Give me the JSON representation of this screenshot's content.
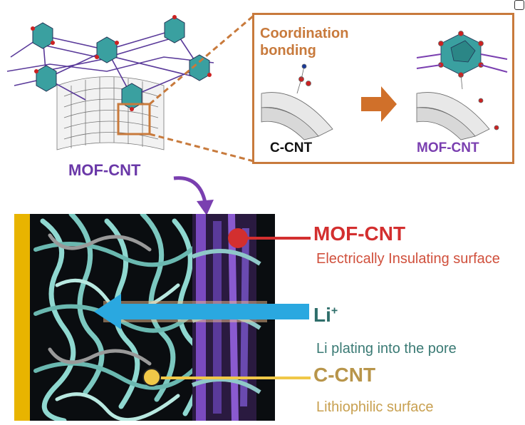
{
  "inset": {
    "title": "Coordination bonding",
    "left_label": "C-CNT",
    "right_label": "MOF-CNT"
  },
  "top_label": "MOF-CNT",
  "legend": {
    "mof": {
      "label": "MOF-CNT",
      "desc": "Electrically Insulating surface"
    },
    "li": {
      "label": "Li",
      "sup": "+",
      "desc": "Li plating into the pore"
    },
    "ccnt": {
      "label": "C-CNT",
      "desc": "Lithiophilic surface"
    }
  },
  "colors": {
    "accent_orange": "#c87a3c",
    "mof_purple": "#6a38a8",
    "mof_red": "#d32f2f",
    "li_blue": "#2aa8e0",
    "ccnt_gold": "#e8b400",
    "fiber_teal": "#8fd8d0"
  }
}
